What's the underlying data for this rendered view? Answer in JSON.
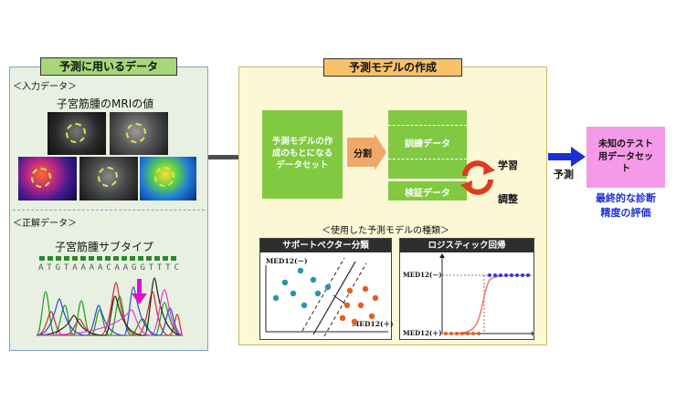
{
  "left_panel": {
    "title": "予測に用いるデータ",
    "input_section": "＜入力データ＞",
    "mri_label": "子宮筋腫のMRIの値",
    "correct_section": "＜正解データ＞",
    "subtype_label": "子宮筋腫サブタイプ",
    "sequence": "ATGTAAAACAAGGTTTC"
  },
  "middle_panel": {
    "title": "予測モデルの作成",
    "dataset_box": "予測モデルの作成のもとになるデータセット",
    "split_label": "分割",
    "train_label": "訓練データ",
    "valid_label": "検証データ",
    "learn_label": "学習",
    "adjust_label": "調整",
    "models_heading": "＜使用した予測モデルの種類＞",
    "svm": {
      "title": "サポートベクター分類",
      "upper_label": "MED12(－)",
      "lower_label": "MED12(＋)"
    },
    "logistic": {
      "title": "ロジスティック回帰",
      "upper_label": "MED12(－)",
      "lower_label": "MED12(＋)"
    }
  },
  "arrow_label": "予測",
  "test_box": "未知のテスト用データセット",
  "final_label": "最終的な診断精度の評価",
  "colors": {
    "left_bg": "#e8f1e1",
    "left_border": "#7fa2c4",
    "middle_bg": "#fcf8d6",
    "middle_border": "#c9b96a",
    "green": "#80c941",
    "orange": "#f0a868",
    "magenta": "#f59ae8",
    "blue": "#1a2fd4"
  }
}
